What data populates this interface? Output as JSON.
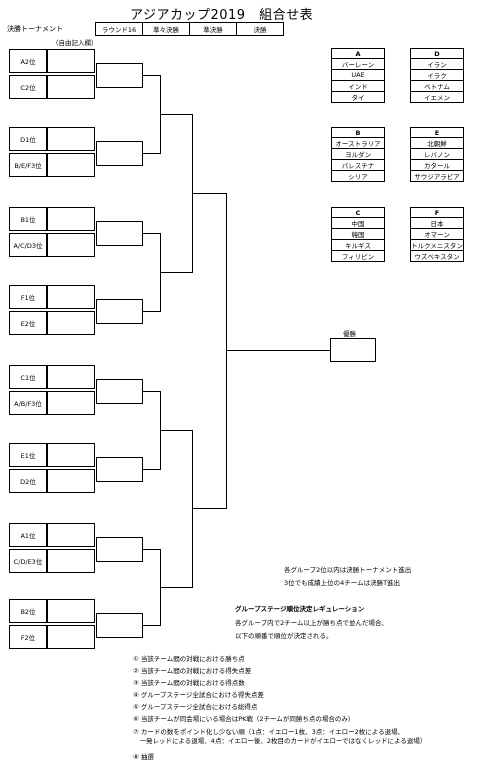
{
  "title": "アジアカップ2019　組合せ表",
  "subtitle": "決勝トーナメント",
  "free_entry_note": "（自由記入欄）",
  "rounds": [
    "ラウンド16",
    "準々決勝",
    "準決勝",
    "決勝"
  ],
  "seeds": [
    "A2位",
    "C2位",
    "D1位",
    "B/E/F3位",
    "B1位",
    "A/C/D3位",
    "F1位",
    "E2位",
    "C1位",
    "A/B/F3位",
    "E1位",
    "D2位",
    "A1位",
    "C/D/E3位",
    "B2位",
    "F2位"
  ],
  "groups": [
    {
      "name": "A",
      "teams": [
        "バーレーン",
        "UAE",
        "インド",
        "タイ"
      ]
    },
    {
      "name": "D",
      "teams": [
        "イラン",
        "イラク",
        "ベトナム",
        "イエメン"
      ]
    },
    {
      "name": "B",
      "teams": [
        "オーストラリア",
        "ヨルダン",
        "パレスチナ",
        "シリア"
      ]
    },
    {
      "name": "E",
      "teams": [
        "北朝鮮",
        "レバノン",
        "カタール",
        "サウジアラビア"
      ]
    },
    {
      "name": "C",
      "teams": [
        "中国",
        "韓国",
        "キルギス",
        "フィリピン"
      ]
    },
    {
      "name": "F",
      "teams": [
        "日本",
        "オマーン",
        "トルクメニスタン",
        "ウズベキスタン"
      ]
    }
  ],
  "winner_label": "優勝",
  "advance_note_1": "各グループ2位以内は決勝トーナメント進出",
  "advance_note_2": "3位でも成績上位の4チームは決勝T進出",
  "regulation": {
    "heading": "グループステージ順位決定レギュレーション",
    "intro_1": "各グループ内で2チーム以上が勝ち点で並んだ場合、",
    "intro_2": "以下の順番で順位が決定される。",
    "rules": [
      "① 当該チーム間の対戦における勝ち点",
      "② 当該チーム間の対戦における得失点差",
      "③ 当該チーム間の対戦における得点数",
      "④ グループステージ全試合における得失点差",
      "⑤ グループステージ全試合における総得点",
      "⑥ 当該チームが同会場にいる場合はPK戦（2チームが同勝ち点の場合のみ）",
      "⑦ カードの数をポイント化し少ない順（1点：イエロー1枚、3点：イエロー2枚による退場、",
      "　一発レッドによる退場、4点：イエロー後、2枚目のカードがイエローではなくレッドによる退場）",
      "⑧ 抽選"
    ]
  }
}
